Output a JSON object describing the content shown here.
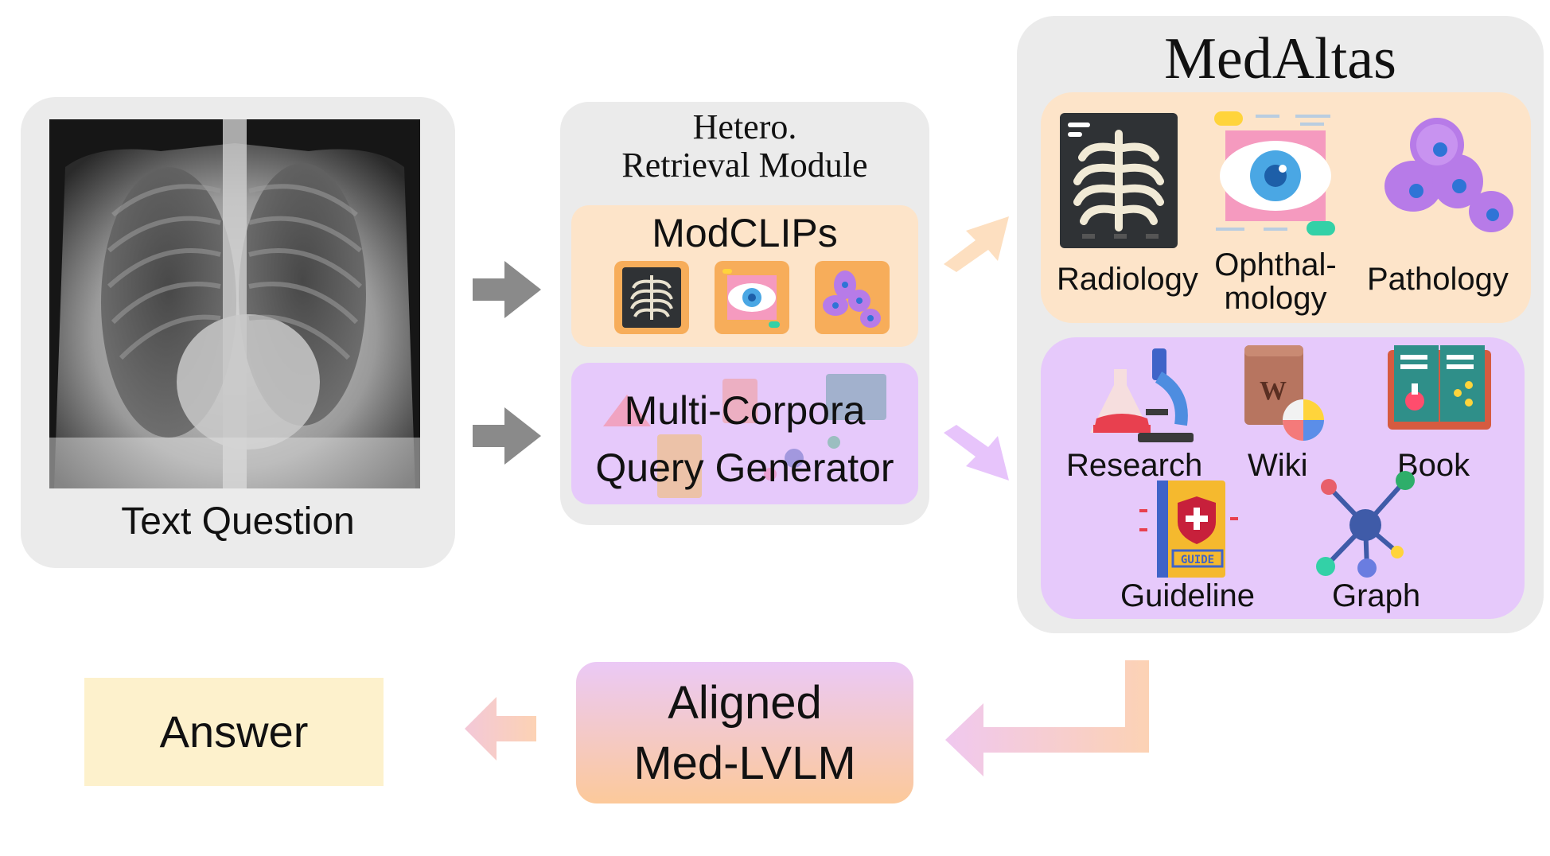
{
  "input_panel": {
    "label": "Text Question"
  },
  "retrieval_module": {
    "title_line1": "Hetero.",
    "title_line2": "Retrieval Module",
    "modclips_label": "ModCLIPs",
    "query_gen_line1": "Multi-Corpora",
    "query_gen_line2": "Query Generator"
  },
  "medatlas": {
    "title": "MedAltas",
    "modalities": [
      {
        "label": "Radiology",
        "icon": "xray-ribcage-icon"
      },
      {
        "label": "Ophthal-",
        "label2": "mology",
        "icon": "eye-scan-icon"
      },
      {
        "label": "Pathology",
        "icon": "cells-icon"
      }
    ],
    "corpora": [
      {
        "label": "Research",
        "icon": "microscope-icon"
      },
      {
        "label": "Wiki",
        "icon": "wiki-book-icon"
      },
      {
        "label": "Book",
        "icon": "open-book-icon"
      },
      {
        "label": "Guideline",
        "icon": "guide-book-icon"
      },
      {
        "label": "Graph",
        "icon": "graph-network-icon"
      }
    ],
    "inner_tiles": [
      "guide-book-icon"
    ]
  },
  "model": {
    "line1": "Aligned",
    "line2": "Med-LVLM"
  },
  "output": {
    "label": "Answer"
  },
  "colors": {
    "panel_gray": "#ebebeb",
    "orange_light": "#fde4c9",
    "purple_light": "#e6c9fb",
    "answer_bg": "#fdf1cc",
    "arrow_gray": "#8a8a8a"
  }
}
